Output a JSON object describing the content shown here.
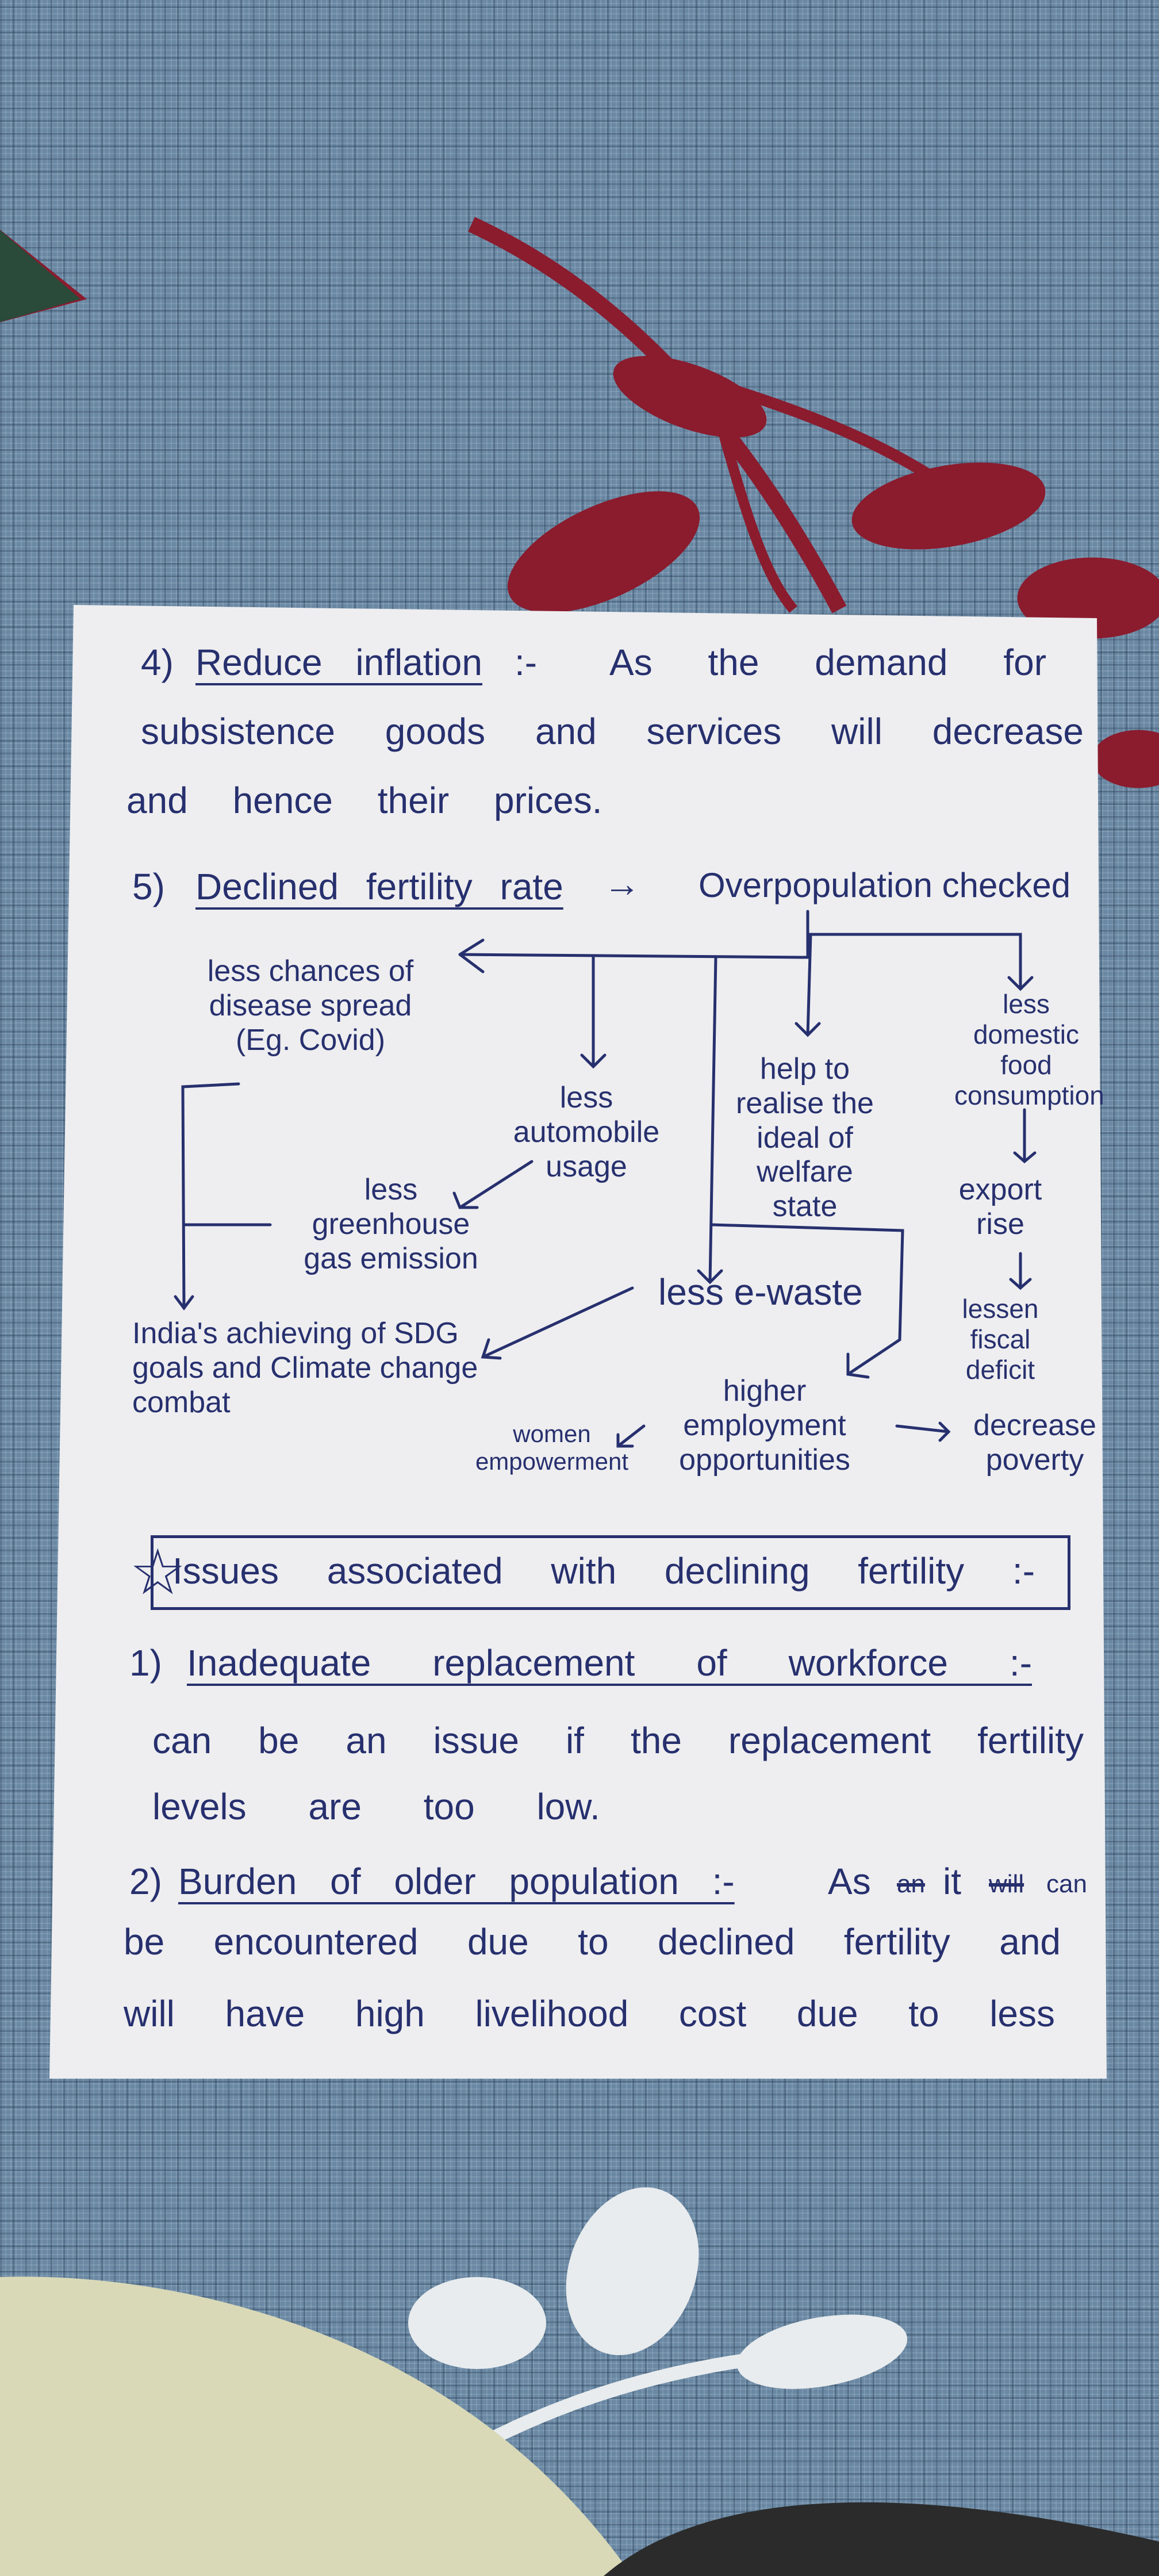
{
  "section4": {
    "number": "4)",
    "heading": "Reduce inflation",
    "sep": ":-",
    "lines": [
      "As the demand for",
      "subsistence goods and services will decrease",
      "and hence their prices."
    ]
  },
  "section5": {
    "number": "5)",
    "heading": "Declined fertility rate",
    "arrow": "→",
    "result": "Overpopulation checked"
  },
  "flowchart": {
    "disease": "less chances of disease spread (Eg. Covid)",
    "automobile": "less automobile usage",
    "welfare": "help to realise the ideal of welfare state",
    "food": "less domestic food consumption",
    "export": "export rise",
    "fiscal": "lessen fiscal deficit",
    "greenhouse": "less greenhouse gas emission",
    "ewaste": "less e-waste",
    "sdg": "India's achieving of SDG goals and Climate change combat",
    "employment": "higher employment opportunities",
    "poverty": "decrease poverty",
    "women": "women empowerment"
  },
  "issues": {
    "star": "☆",
    "heading": "Issues associated with declining fertility :-",
    "item1": {
      "number": "1)",
      "heading": "Inadequate replacement of workforce :-",
      "lines": [
        "can be an issue if the replacement fertility",
        "levels are too low."
      ]
    },
    "item2": {
      "number": "2)",
      "heading": "Burden of older population :-",
      "line1_start": "As",
      "struck1": "an",
      "line1_mid": "it",
      "struck2": "will",
      "line1_end": "can",
      "lines": [
        "be encountered due to declined fertility and",
        "will have high livelihood cost due to less"
      ]
    }
  },
  "colors": {
    "ink": "#27306e",
    "paper": "#eeeef0",
    "fabric": "#6a88a3",
    "flower": "#8a1c2e"
  }
}
